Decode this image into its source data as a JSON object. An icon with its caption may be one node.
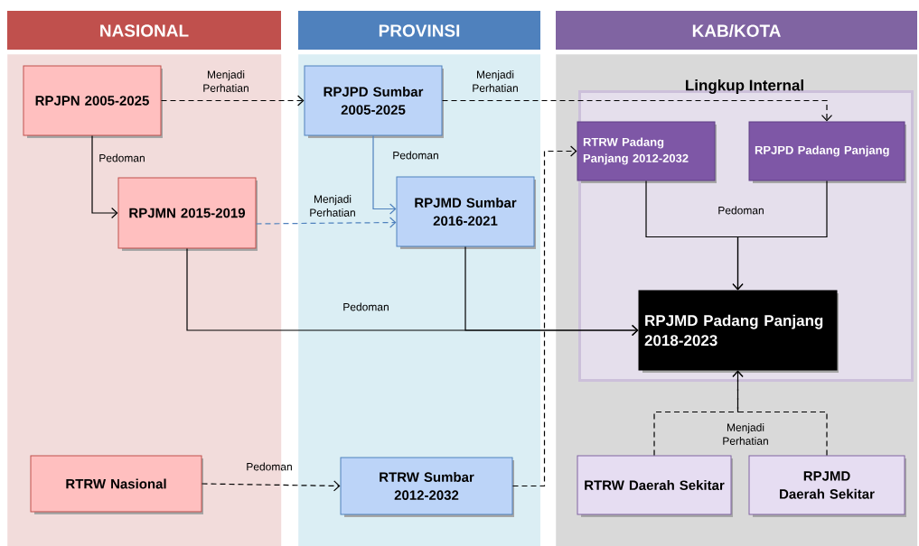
{
  "diagram": {
    "nodes": [
      {
        "text": [
          "NASIONAL"
        ]
      },
      {
        "text": [
          "PROVINSI"
        ]
      },
      {
        "text": [
          "KAB/KOTA"
        ]
      },
      {
        "text": [
          "Lingkup Internal"
        ],
        "in": 2
      },
      {
        "text": [
          "RPJPN 2005-2025"
        ],
        "in": 0
      },
      {
        "text": [
          "RPJPD Sumbar 2005-2025"
        ],
        "in": 1
      },
      {
        "text": [
          "RTRW Padang Panjang 2012-2032"
        ],
        "in": 3
      },
      {
        "text": [
          "RPJPD Padang Panjang"
        ],
        "in": 3
      },
      {
        "text": [
          "RPJMN 2015-2019"
        ],
        "in": 0
      },
      {
        "text": [
          "RPJMD Sumbar 2016-2021"
        ],
        "in": 1
      },
      {
        "text": [
          "RPJMD Padang Panjang 2018-2023"
        ],
        "in": 3
      },
      {
        "text": [
          "RTRW Nasional"
        ],
        "in": 0
      },
      {
        "text": [
          "RTRW Sumbar 2012-2032"
        ],
        "in": 1
      },
      {
        "text": [
          "RTRW Daerah Sekitar"
        ],
        "in": 2
      },
      {
        "text": [
          "RPJMD Daerah Sekitar"
        ],
        "in": 2
      }
    ],
    "edges": [
      {
        "from": 4,
        "to": 5,
        "arrow": "to",
        "style": "dashed",
        "label": "Menjadi Perhatian"
      },
      {
        "from": 5,
        "to": 7,
        "arrow": "to",
        "style": "dashed",
        "label": "Menjadi Perhatian"
      },
      {
        "from": 4,
        "to": 8,
        "arrow": "to",
        "label": "Pedoman"
      },
      {
        "from": 5,
        "to": 9,
        "arrow": "to",
        "color": "#4f81bd",
        "label": "Pedoman"
      },
      {
        "from": 8,
        "to": 9,
        "arrow": "to",
        "style": "dashed",
        "color": "#4f81bd",
        "label": "Menjadi Perhatian"
      },
      {
        "from": 8,
        "to": 10,
        "arrow": "to",
        "label": "Pedoman"
      },
      {
        "from": 9,
        "to": 10,
        "arrow": "to"
      },
      {
        "from": 6,
        "to": 10,
        "arrow": "to",
        "label": "Pedoman"
      },
      {
        "from": 7,
        "to": 10,
        "arrow": "to"
      },
      {
        "from": 11,
        "to": 12,
        "arrow": "to",
        "style": "dashed",
        "label": "Pedoman"
      },
      {
        "from": 12,
        "to": 6,
        "arrow": "to",
        "style": "dashed"
      },
      {
        "from": 13,
        "to": 10,
        "arrow": "to",
        "style": "dashed",
        "label": "Menjadi Perhatian"
      },
      {
        "from": 14,
        "to": 10,
        "arrow": "to",
        "style": "dashed"
      }
    ]
  }
}
